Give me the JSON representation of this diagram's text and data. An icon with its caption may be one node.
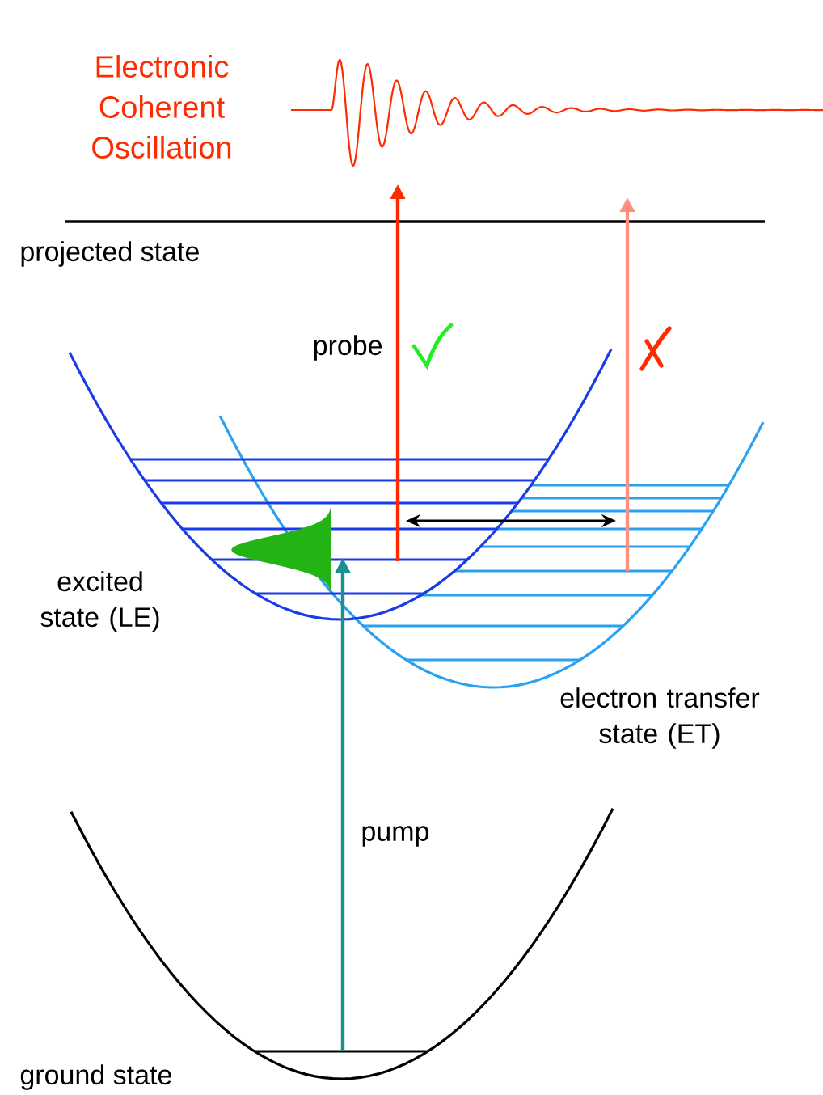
{
  "diagram": {
    "labels": [
      "Electronic Coherent Oscillation",
      "projected state",
      "probe",
      "excited state (LE)",
      "electron transfer state (ET)",
      "pump",
      "ground state"
    ]
  }
}
